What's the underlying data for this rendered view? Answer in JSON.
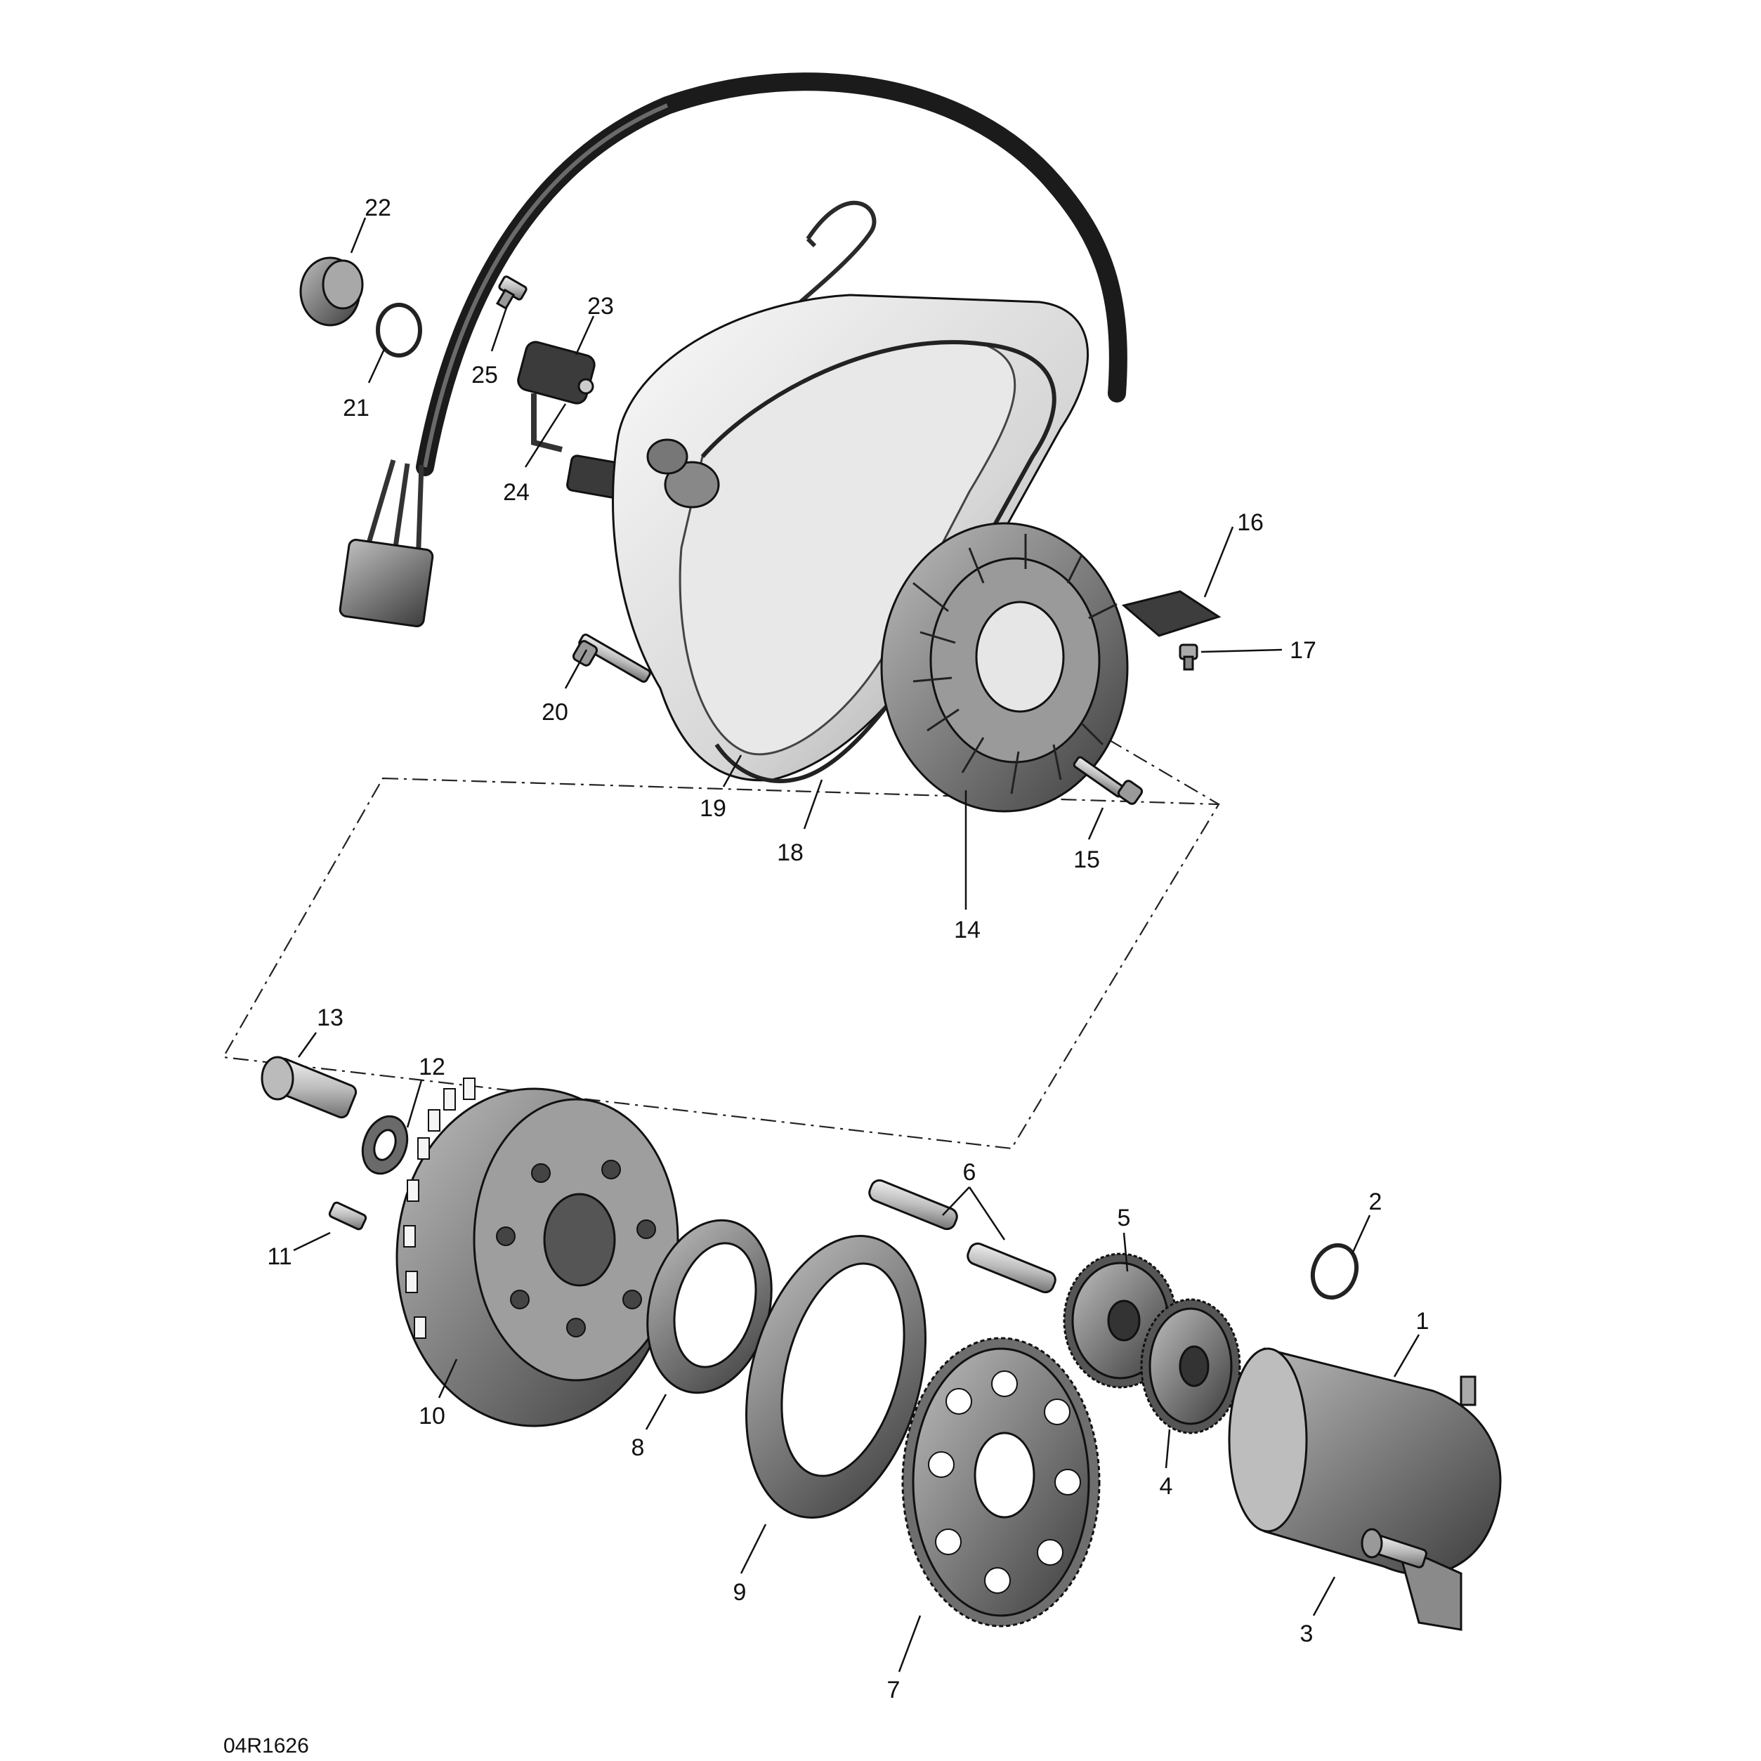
{
  "diagram": {
    "reference_code": "04R1626",
    "callouts": [
      "1",
      "2",
      "3",
      "4",
      "5",
      "6",
      "7",
      "8",
      "9",
      "10",
      "11",
      "12",
      "13",
      "14",
      "15",
      "16",
      "17",
      "18",
      "19",
      "20",
      "21",
      "22",
      "23",
      "24",
      "25"
    ]
  }
}
